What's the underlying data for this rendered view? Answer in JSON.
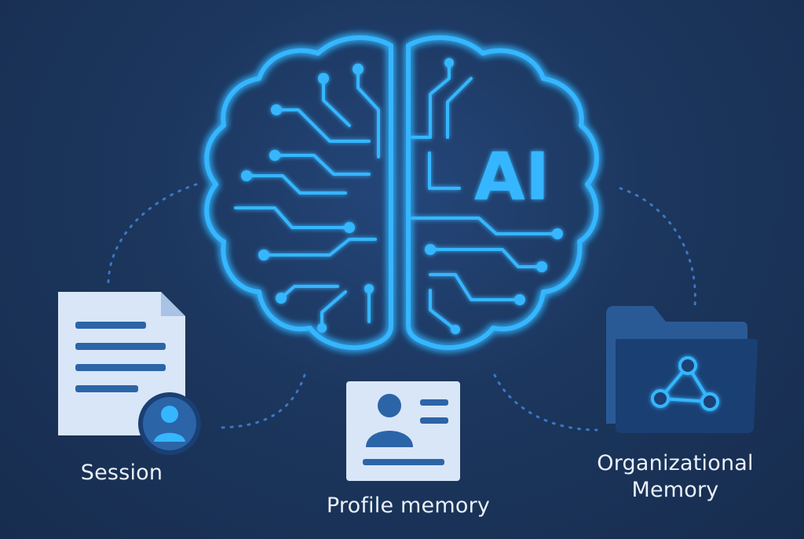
{
  "brain": {
    "center_text": "AI",
    "color": "#35b6ff"
  },
  "nodes": {
    "session": {
      "label": "Session",
      "icon": "document-with-user-icon"
    },
    "profile": {
      "label": "Profile memory",
      "icon": "profile-card-icon"
    },
    "organization": {
      "label": "Organizational\nMemory",
      "icon": "network-folder-icon"
    }
  },
  "colors": {
    "background": "#1b3358",
    "glow": "#35b6ff",
    "document": "#d9e6f8",
    "icon_blue": "#2c64a8",
    "folder_front": "#1a3f73",
    "folder_back": "#2a5a96",
    "text": "#e9f1fb"
  }
}
